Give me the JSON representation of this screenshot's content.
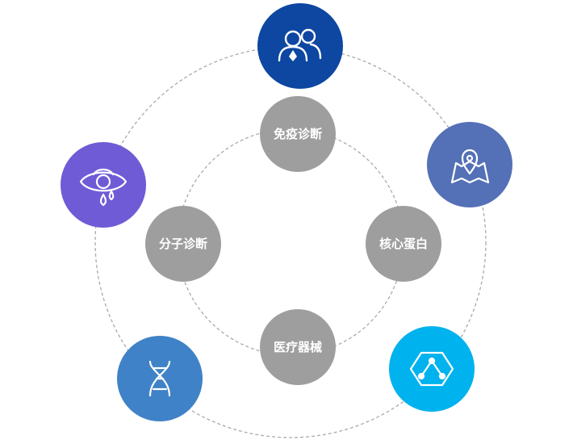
{
  "inner_nodes": [
    {
      "label": "免疫诊断",
      "color": "#9e9e9e"
    },
    {
      "label": "核心蛋白",
      "color": "#9e9e9e"
    },
    {
      "label": "医疗器械",
      "color": "#9e9e9e"
    },
    {
      "label": "分子诊断",
      "color": "#9e9e9e"
    }
  ],
  "outer_nodes": [
    {
      "icon": "users-drop-icon",
      "color": "#0d47a1"
    },
    {
      "icon": "map-pin-icon",
      "color": "#5470b6"
    },
    {
      "icon": "network-hexagon-icon",
      "color": "#00b2ee"
    },
    {
      "icon": "dna-icon",
      "color": "#3f82c7"
    },
    {
      "icon": "eye-tears-icon",
      "color": "#6f5bd6"
    }
  ],
  "colors": {
    "dashed_ring": "#aaaaaa",
    "icon_stroke": "#ffffff"
  }
}
